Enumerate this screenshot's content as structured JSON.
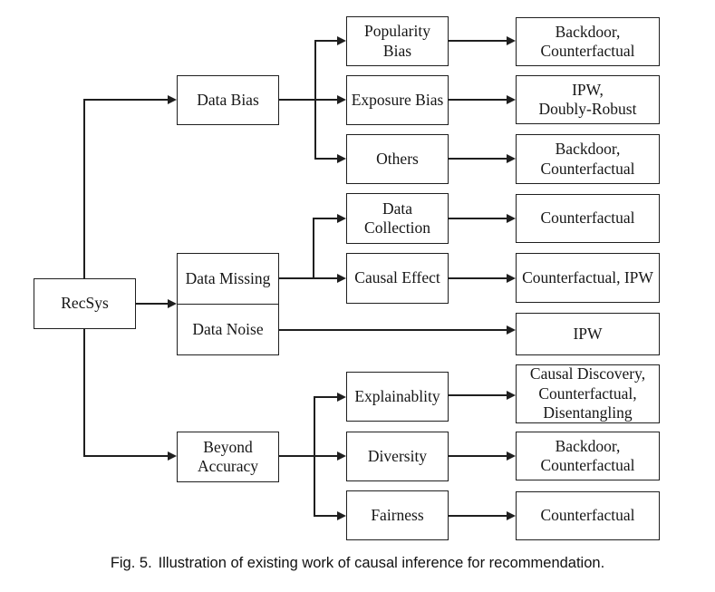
{
  "figure": {
    "caption_label": "Fig. 5.",
    "caption_text": "Illustration of existing work of causal inference for recommendation."
  },
  "nodes": {
    "recsys": "RecSys",
    "data_bias": "Data Bias",
    "data_missing": "Data Missing",
    "data_noise": "Data Noise",
    "beyond_accuracy": "Beyond\nAccuracy",
    "popularity_bias": "Popularity\nBias",
    "exposure_bias": "Exposure Bias",
    "others": "Others",
    "data_collection": "Data\nCollection",
    "causal_effect": "Causal Effect",
    "explainablity": "Explainablity",
    "diversity": "Diversity",
    "fairness": "Fairness",
    "methods_popularity_bias": "Backdoor,\nCounterfactual",
    "methods_exposure_bias": "IPW,\nDoubly-Robust",
    "methods_others": "Backdoor,\nCounterfactual",
    "methods_data_collection": "Counterfactual",
    "methods_causal_effect": "Counterfactual, IPW",
    "methods_data_noise": "IPW",
    "methods_explainablity": "Causal Discovery,\nCounterfactual,\nDisentangling",
    "methods_diversity": "Backdoor,\nCounterfactual",
    "methods_fairness": "Counterfactual"
  },
  "edges": [
    [
      "recsys",
      "data_bias"
    ],
    [
      "recsys",
      "data_missing"
    ],
    [
      "recsys",
      "data_noise"
    ],
    [
      "recsys",
      "beyond_accuracy"
    ],
    [
      "data_bias",
      "popularity_bias"
    ],
    [
      "data_bias",
      "exposure_bias"
    ],
    [
      "data_bias",
      "others"
    ],
    [
      "data_missing",
      "data_collection"
    ],
    [
      "data_missing",
      "causal_effect"
    ],
    [
      "popularity_bias",
      "methods_popularity_bias"
    ],
    [
      "exposure_bias",
      "methods_exposure_bias"
    ],
    [
      "others",
      "methods_others"
    ],
    [
      "data_collection",
      "methods_data_collection"
    ],
    [
      "causal_effect",
      "methods_causal_effect"
    ],
    [
      "data_noise",
      "methods_data_noise"
    ],
    [
      "beyond_accuracy",
      "explainablity"
    ],
    [
      "beyond_accuracy",
      "diversity"
    ],
    [
      "beyond_accuracy",
      "fairness"
    ],
    [
      "explainablity",
      "methods_explainablity"
    ],
    [
      "diversity",
      "methods_diversity"
    ],
    [
      "fairness",
      "methods_fairness"
    ]
  ]
}
